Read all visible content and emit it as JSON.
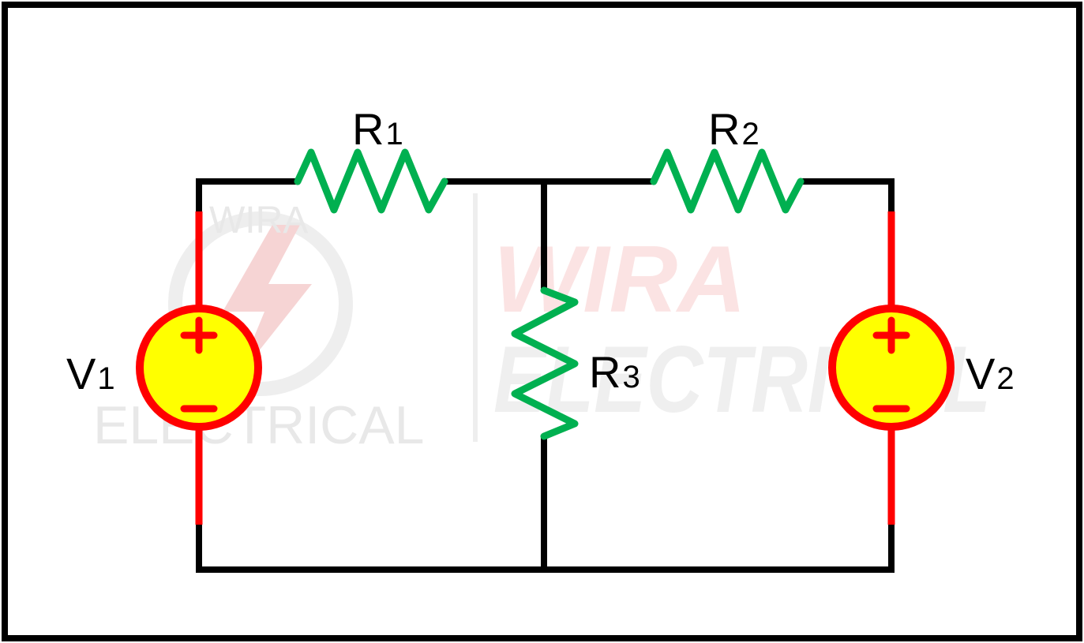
{
  "colors": {
    "wire": "#000000",
    "resistor": "#00b050",
    "source_lead": "#ff0000",
    "source_ring": "#ff0000",
    "source_fill": "#ffff00",
    "watermark": "#e6e6e6",
    "watermark_red": "#f8dede",
    "frame": "#000000"
  },
  "components": {
    "r1": {
      "label": "R",
      "sub": "1"
    },
    "r2": {
      "label": "R",
      "sub": "2"
    },
    "r3": {
      "label": "R",
      "sub": "3"
    },
    "v1": {
      "label": "V",
      "sub": "1",
      "plus": "+",
      "minus": "−"
    },
    "v2": {
      "label": "V",
      "sub": "2",
      "plus": "+",
      "minus": "−"
    }
  },
  "watermark": {
    "small_top": "WIRA",
    "small_bottom": "ELECTRICAL",
    "large_top": "WIRA",
    "large_bottom": "ELECTRICAL"
  }
}
